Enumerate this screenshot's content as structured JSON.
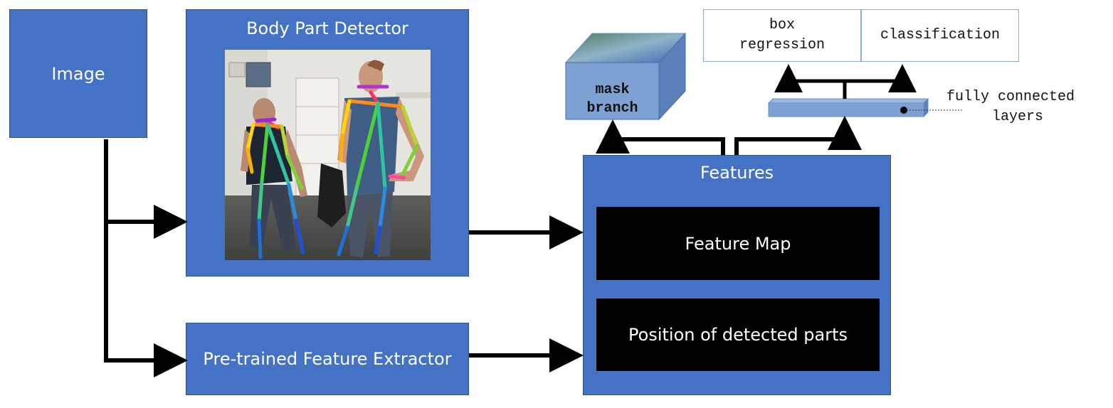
{
  "image_box": {
    "label": "Image"
  },
  "detector": {
    "title": "Body Part Detector"
  },
  "extractor": {
    "label": "Pre-trained Feature Extractor"
  },
  "features": {
    "title": "Features",
    "feature_map": "Feature Map",
    "positions": "Position of detected parts"
  },
  "mask_branch": {
    "line1": "mask",
    "line2": "branch"
  },
  "heads": {
    "box_regression_line1": "box",
    "box_regression_line2": "regression",
    "classification": "classification"
  },
  "fc": {
    "line1": "fully connected",
    "line2": "layers"
  },
  "colors": {
    "box_blue": "#4472C4",
    "box_border": "#2F528F",
    "arrow": "#000000",
    "photo_wall": "#E9E7E1",
    "skeleton_left": [
      "#FFD700",
      "#7FD135",
      "#2EC4A0",
      "#1E6FD8",
      "#9B2BD1"
    ],
    "skeleton_right": [
      "#FF8C1A",
      "#B8D435",
      "#40C98A",
      "#2A8BE0",
      "#B233C9"
    ]
  }
}
